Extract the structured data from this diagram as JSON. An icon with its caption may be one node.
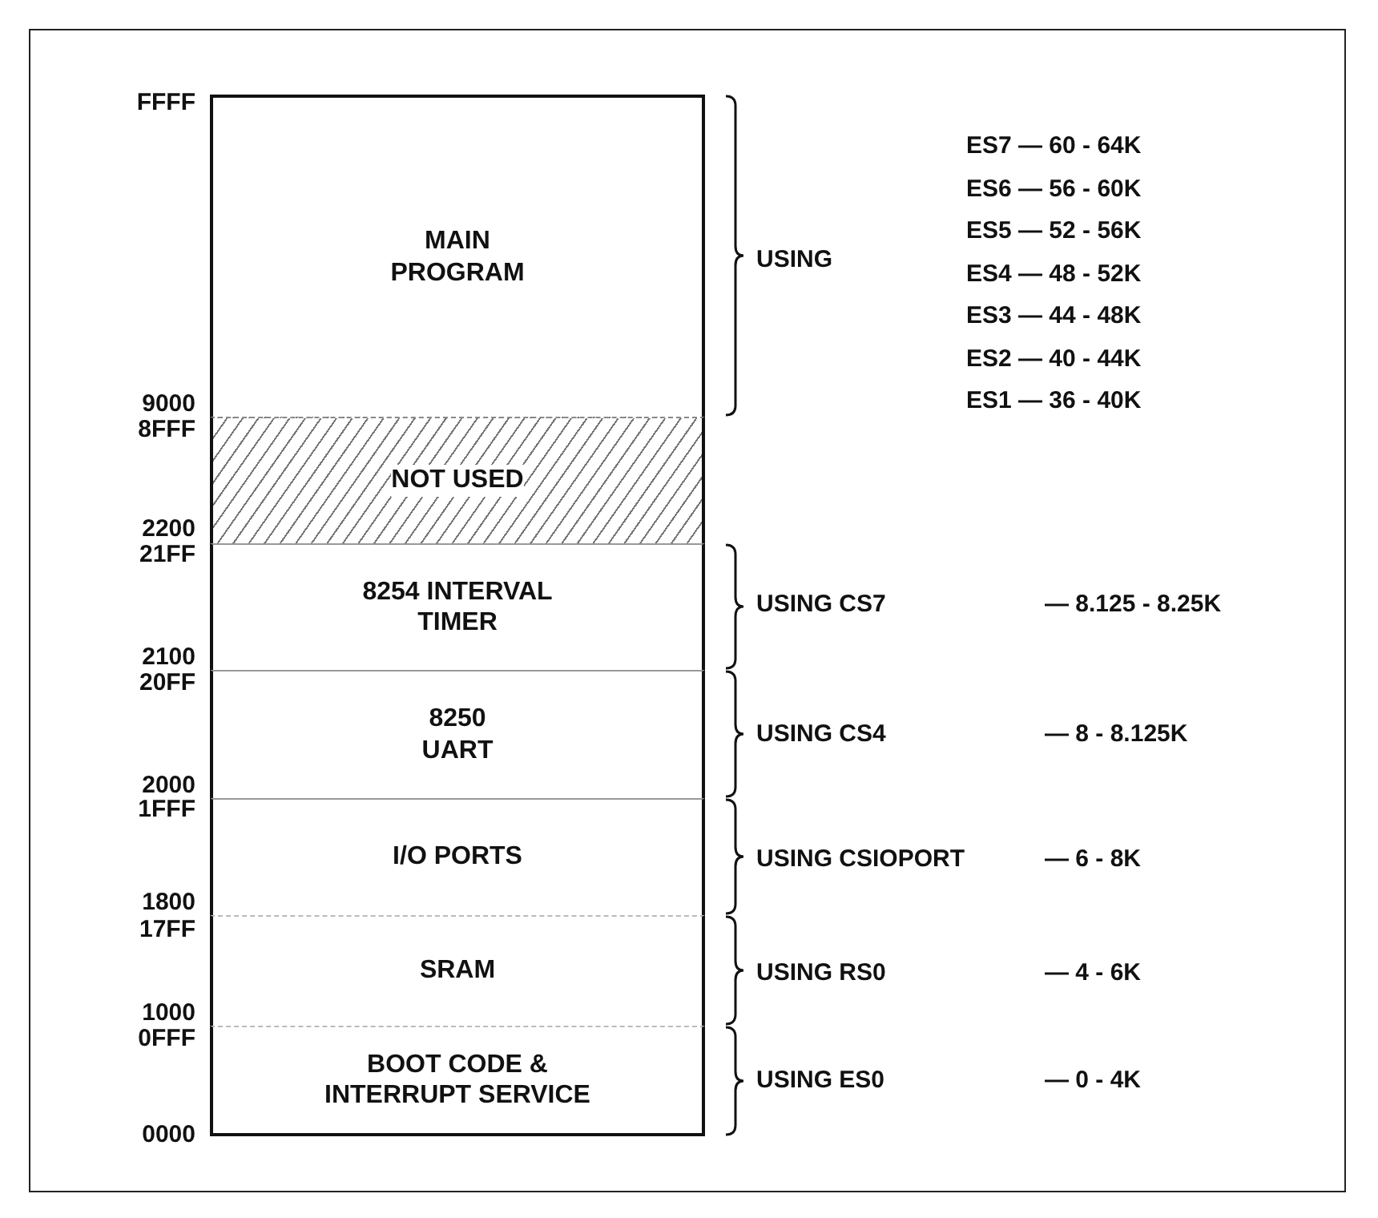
{
  "diagram": {
    "nodes": [
      {
        "text": [
          "MAIN PROGRAM"
        ]
      },
      {
        "text": [
          "NOT USED"
        ]
      },
      {
        "text": [
          "8254 INTERVAL TIMER"
        ]
      },
      {
        "text": [
          "8250 UART"
        ]
      },
      {
        "text": [
          "I/O PORTS"
        ]
      },
      {
        "text": [
          "SRAM"
        ]
      },
      {
        "text": [
          "BOOT CODE & INTERRUPT SERVICE"
        ]
      }
    ],
    "edges": [],
    "labels": [
      "FFFF",
      "USING",
      "ES7 — 60 - 64K",
      "ES6 — 56 - 60K",
      "ES5 — 52 - 56K",
      "ES4 — 48 - 52K",
      "ES3 — 44 - 48K",
      "ES2 — 40 - 44K",
      "9000",
      "ES1 — 36 - 40K",
      "8FFF",
      "2200",
      "21FF",
      "USING CS7",
      "— 8.125 - 8.25K",
      "2100",
      "20FF",
      "USING CS4",
      "— 8 - 8.125K",
      "2000",
      "1FFF",
      "USING CSIOPORT",
      "— 6 - 8K",
      "1800",
      "17FF",
      "USING RS0",
      "— 4 - 6K",
      "1000",
      "0FFF",
      "USING ES0",
      "— 0 - 4K",
      "0000"
    ]
  }
}
